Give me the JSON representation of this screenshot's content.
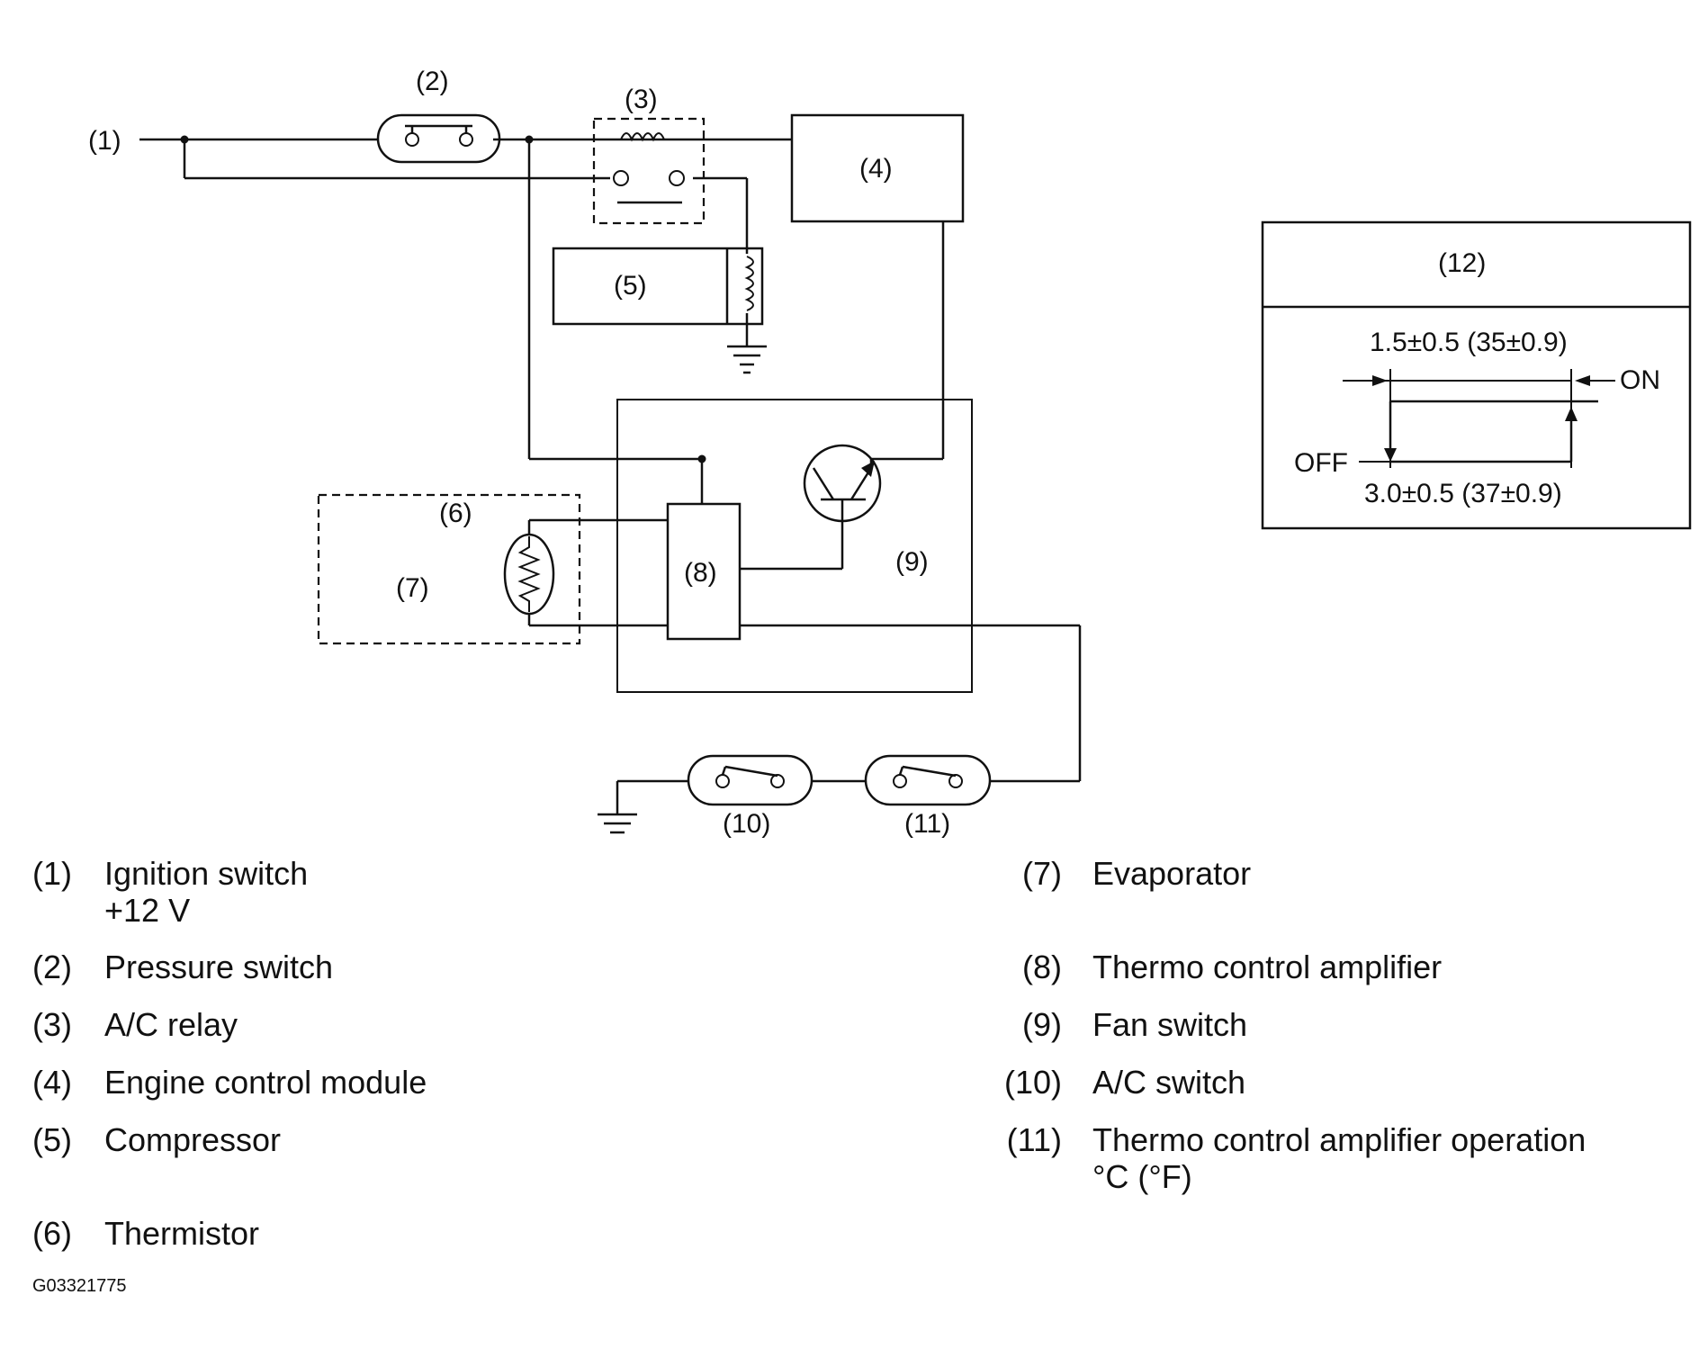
{
  "callouts": {
    "c1": "(1)",
    "c2": "(2)",
    "c3": "(3)",
    "c4": "(4)",
    "c5": "(5)",
    "c6": "(6)",
    "c7": "(7)",
    "c8": "(8)",
    "c9": "(9)",
    "c10": "(10)",
    "c11": "(11)",
    "c12": "(12)"
  },
  "hysteresis": {
    "top_value": "1.5±0.5 (35±0.9)",
    "bottom_value": "3.0±0.5 (37±0.9)",
    "on_label": "ON",
    "off_label": "OFF"
  },
  "legend_left": [
    {
      "num": "(1)",
      "line1": "Ignition switch",
      "line2": "+12 V"
    },
    {
      "num": "(2)",
      "line1": "Pressure switch"
    },
    {
      "num": "(3)",
      "line1": "A/C relay"
    },
    {
      "num": "(4)",
      "line1": "Engine control module"
    },
    {
      "num": "(5)",
      "line1": "Compressor"
    },
    {
      "num": "(6)",
      "line1": "Thermistor"
    }
  ],
  "legend_right": [
    {
      "num": "(7)",
      "line1": "Evaporator"
    },
    {
      "num": "(8)",
      "line1": "Thermo control amplifier"
    },
    {
      "num": "(9)",
      "line1": "Fan switch"
    },
    {
      "num": "(10)",
      "line1": "A/C switch"
    },
    {
      "num": "(11)",
      "line1": "Thermo control amplifier operation",
      "line2": "°C (°F)"
    }
  ],
  "figure_id": "G03321775"
}
